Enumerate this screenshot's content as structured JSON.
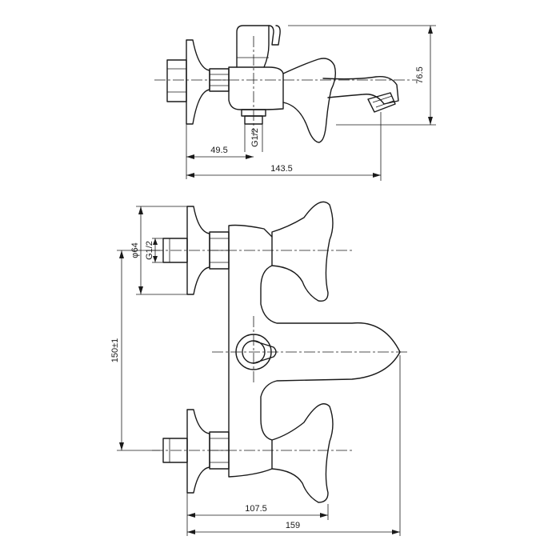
{
  "drawing": {
    "top_view": {
      "height_dim": "76.5",
      "thread_label": "G1/2",
      "offset_dim": "49.5",
      "overall_width_dim": "143.5"
    },
    "front_view": {
      "flange_dia_dim": "φ64",
      "thread_label": "G1/2",
      "center_distance_dim": "150±1",
      "spout_offset_dim": "107.5",
      "overall_width_dim": "159"
    }
  }
}
